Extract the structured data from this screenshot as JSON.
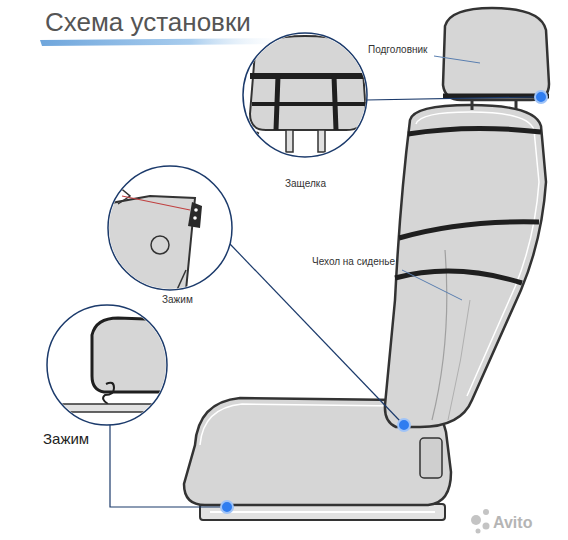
{
  "diagram": {
    "title": "Схема установки",
    "labels": [
      "Подголовник",
      "Защелка",
      "Чехол на сиденье",
      "Зажим",
      "Зажим",
      "Avito"
    ]
  }
}
